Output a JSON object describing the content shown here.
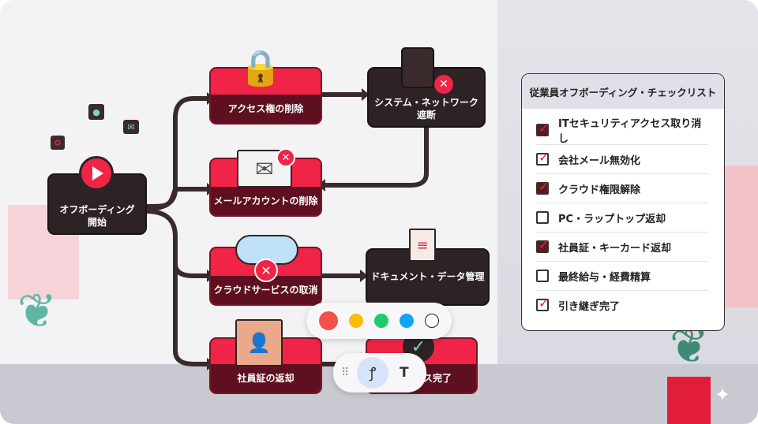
{
  "flow": {
    "start": "オフボーディング\n開始",
    "access": "アクセス権の削除",
    "system": "システム・ネットワーク\n遮断",
    "mail": "メールアカウントの削除",
    "cloud": "クラウドサービスの取消",
    "docs": "ドキュメント・データ管理",
    "badge": "社員証の返却",
    "complete": "ス完了"
  },
  "checklist": {
    "title": "従業員オフボーディング・チェックリスト",
    "items": [
      {
        "label": "ITセキュリティアクセス取り消し",
        "checked": true
      },
      {
        "label": "会社メール無効化",
        "checked": true
      },
      {
        "label": "クラウド権限解除",
        "checked": true
      },
      {
        "label": "PC・ラップトップ返却",
        "checked": false
      },
      {
        "label": "社員証・キーカード返却",
        "checked": true
      },
      {
        "label": "最終給与・経費精算",
        "checked": false
      },
      {
        "label": "引き継ぎ完了",
        "checked": true
      }
    ]
  },
  "toolbar": {
    "colors": [
      "#f4504a",
      "#fbbc05",
      "#1ecb6b",
      "#0ea5f5",
      "#ffffff"
    ],
    "text_tool": "T"
  }
}
